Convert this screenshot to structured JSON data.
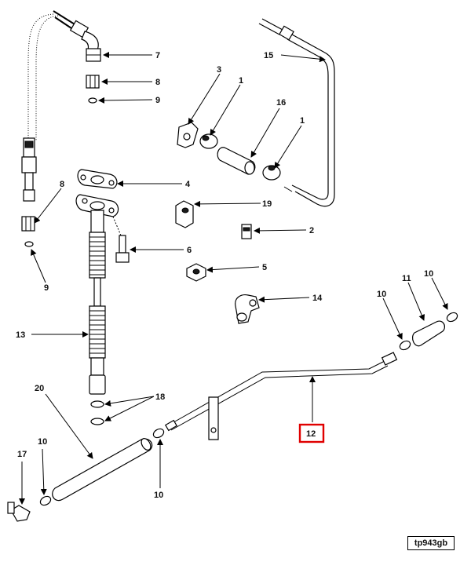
{
  "figure_id": "tp943gb",
  "highlighted_callout": "12",
  "colors": {
    "highlight": "#e00000",
    "ink": "#000000",
    "background": "#ffffff"
  },
  "callouts": [
    {
      "id": "c7",
      "label": "7"
    },
    {
      "id": "c8a",
      "label": "8"
    },
    {
      "id": "c9a",
      "label": "9"
    },
    {
      "id": "c15",
      "label": "15"
    },
    {
      "id": "c3",
      "label": "3"
    },
    {
      "id": "c1a",
      "label": "1"
    },
    {
      "id": "c16",
      "label": "16"
    },
    {
      "id": "c1b",
      "label": "1"
    },
    {
      "id": "c4",
      "label": "4"
    },
    {
      "id": "c8b",
      "label": "8"
    },
    {
      "id": "c19",
      "label": "19"
    },
    {
      "id": "c2",
      "label": "2"
    },
    {
      "id": "c6",
      "label": "6"
    },
    {
      "id": "c9b",
      "label": "9"
    },
    {
      "id": "c5",
      "label": "5"
    },
    {
      "id": "c11",
      "label": "11"
    },
    {
      "id": "c10a",
      "label": "10"
    },
    {
      "id": "c10b",
      "label": "10"
    },
    {
      "id": "c14",
      "label": "14"
    },
    {
      "id": "c13",
      "label": "13"
    },
    {
      "id": "c20",
      "label": "20"
    },
    {
      "id": "c18",
      "label": "18"
    },
    {
      "id": "c12",
      "label": "12"
    },
    {
      "id": "c17",
      "label": "17"
    },
    {
      "id": "c10c",
      "label": "10"
    },
    {
      "id": "c10d",
      "label": "10"
    }
  ]
}
